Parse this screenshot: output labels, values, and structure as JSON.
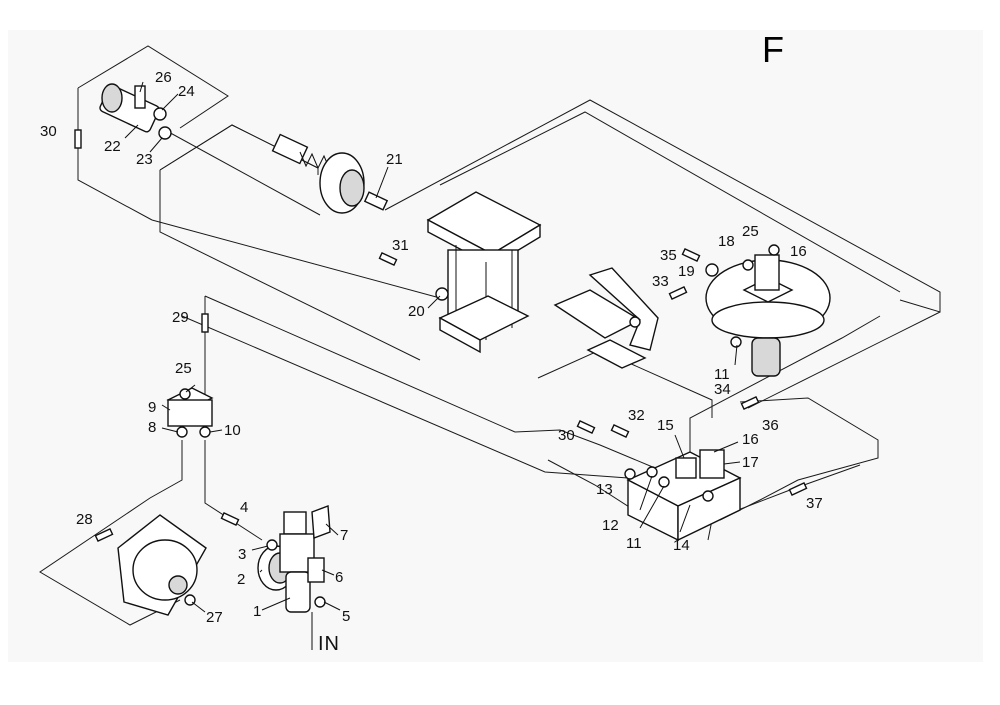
{
  "sheet_letter": "F",
  "inlet_label": "IN",
  "callouts": [
    "1",
    "2",
    "3",
    "4",
    "5",
    "6",
    "7",
    "8",
    "9",
    "10",
    "11",
    "11",
    "11",
    "12",
    "13",
    "14",
    "15",
    "16",
    "16",
    "17",
    "18",
    "19",
    "20",
    "21",
    "22",
    "23",
    "24",
    "25",
    "25",
    "26",
    "27",
    "28",
    "29",
    "30",
    "30",
    "31",
    "32",
    "33",
    "34",
    "35",
    "36",
    "37"
  ]
}
